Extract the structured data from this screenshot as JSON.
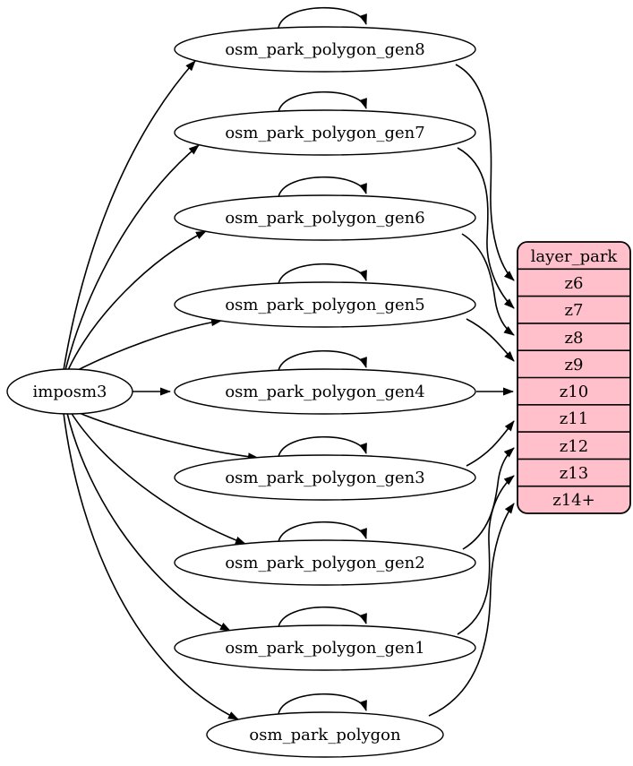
{
  "diagram": {
    "type": "etl-graph",
    "background": "#ffffff",
    "edge_color": "#000000",
    "nodes": {
      "source": {
        "label": "imposm3"
      },
      "tables": [
        {
          "label": "osm_park_polygon_gen8"
        },
        {
          "label": "osm_park_polygon_gen7"
        },
        {
          "label": "osm_park_polygon_gen6"
        },
        {
          "label": "osm_park_polygon_gen5"
        },
        {
          "label": "osm_park_polygon_gen4"
        },
        {
          "label": "osm_park_polygon_gen3"
        },
        {
          "label": "osm_park_polygon_gen2"
        },
        {
          "label": "osm_park_polygon_gen1"
        },
        {
          "label": "osm_park_polygon"
        }
      ],
      "layer": {
        "title": "layer_park",
        "fill": "#ffc0cb",
        "stroke": "#000000",
        "rows": [
          "z6",
          "z7",
          "z8",
          "z9",
          "z10",
          "z11",
          "z12",
          "z13",
          "z14+"
        ]
      }
    },
    "edges": {
      "source_to_tables": [
        {
          "from": "imposm3",
          "to": "osm_park_polygon_gen8"
        },
        {
          "from": "imposm3",
          "to": "osm_park_polygon_gen7"
        },
        {
          "from": "imposm3",
          "to": "osm_park_polygon_gen6"
        },
        {
          "from": "imposm3",
          "to": "osm_park_polygon_gen5"
        },
        {
          "from": "imposm3",
          "to": "osm_park_polygon_gen4"
        },
        {
          "from": "imposm3",
          "to": "osm_park_polygon_gen3"
        },
        {
          "from": "imposm3",
          "to": "osm_park_polygon_gen2"
        },
        {
          "from": "imposm3",
          "to": "osm_park_polygon_gen1"
        },
        {
          "from": "imposm3",
          "to": "osm_park_polygon"
        }
      ],
      "tables_to_layer_rows": [
        {
          "from": "osm_park_polygon_gen8",
          "to": "z6"
        },
        {
          "from": "osm_park_polygon_gen7",
          "to": "z7"
        },
        {
          "from": "osm_park_polygon_gen6",
          "to": "z8"
        },
        {
          "from": "osm_park_polygon_gen5",
          "to": "z9"
        },
        {
          "from": "osm_park_polygon_gen4",
          "to": "z10"
        },
        {
          "from": "osm_park_polygon_gen3",
          "to": "z11"
        },
        {
          "from": "osm_park_polygon_gen2",
          "to": "z12"
        },
        {
          "from": "osm_park_polygon_gen1",
          "to": "z13"
        },
        {
          "from": "osm_park_polygon",
          "to": "z14+"
        }
      ],
      "self_loops": [
        "osm_park_polygon_gen8",
        "osm_park_polygon_gen7",
        "osm_park_polygon_gen6",
        "osm_park_polygon_gen5",
        "osm_park_polygon_gen4",
        "osm_park_polygon_gen3",
        "osm_park_polygon_gen2",
        "osm_park_polygon_gen1",
        "osm_park_polygon"
      ]
    }
  }
}
